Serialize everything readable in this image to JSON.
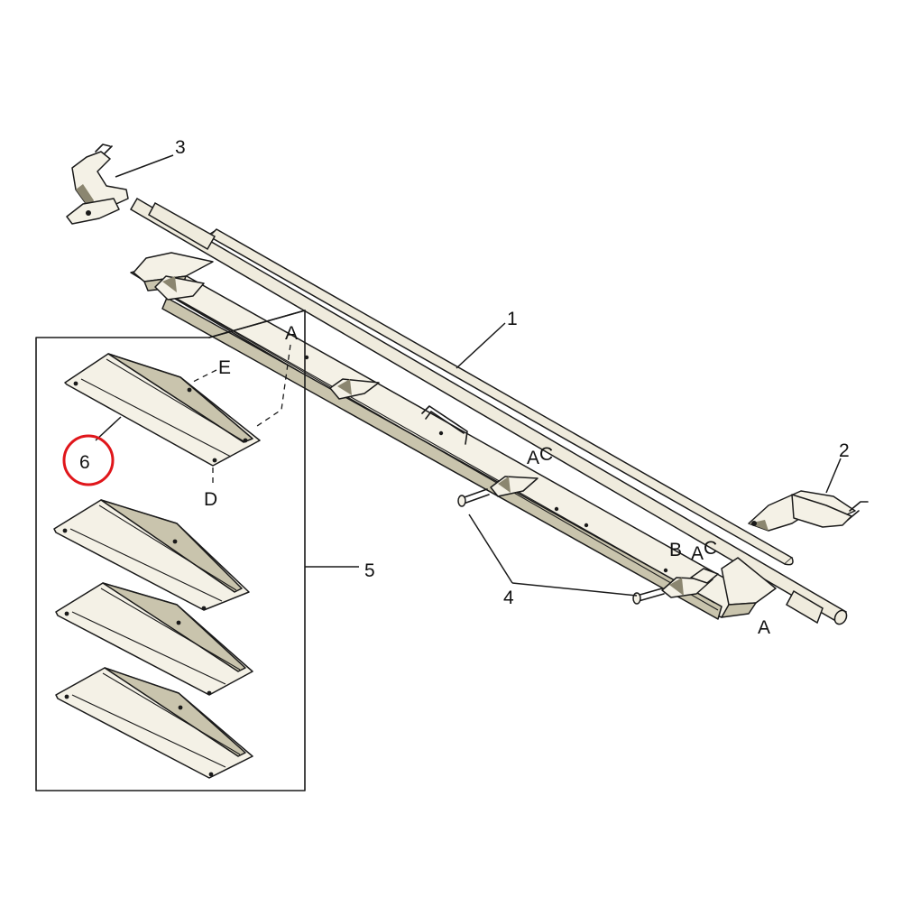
{
  "diagram": {
    "item_numbers": {
      "rod_assembly": "1",
      "right_bracket": "2",
      "left_bracket": "3",
      "pins": "4",
      "knife_kit": "5",
      "knife_section": "6"
    },
    "reference_letters": {
      "a_top": "A",
      "a_bottom": "A",
      "b": "B",
      "c_upper": "C",
      "c_lower": "C",
      "a_upper_mid": "A",
      "a_lower_mid": "A",
      "d": "D",
      "e": "E"
    },
    "highlight": {
      "circled_item": "6",
      "color": "#e0161b"
    },
    "colors": {
      "line": "#1a1a1a",
      "part_fill": "#f4f1e6",
      "part_dark": "#c9c4ad",
      "shade": "#8b8670"
    }
  }
}
